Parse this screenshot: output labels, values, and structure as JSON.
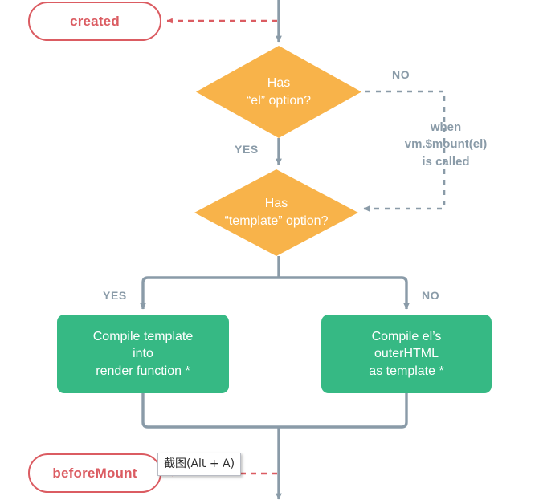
{
  "diagram": {
    "title": "Vue lifecycle - mounting phase",
    "colors": {
      "hook_red": "#DB5C62",
      "decision_orange": "#F8B34A",
      "process_green": "#36B984",
      "wire_gray": "#8A9BA8",
      "dashed_red": "#E4656B",
      "text_white": "#FFFFFF"
    }
  },
  "hooks": {
    "created": "created",
    "before_mount": "beforeMount"
  },
  "decisions": {
    "has_el": "Has\n“el” option?",
    "has_template": "Has\n“template” option?"
  },
  "processes": {
    "compile_template": "Compile template\ninto\nrender function *",
    "compile_outer_html": "Compile el’s\nouterHTML\nas template *"
  },
  "edge_labels": {
    "yes_el": "YES",
    "no_el": "NO",
    "yes_template": "YES",
    "no_template": "NO"
  },
  "notes": {
    "mount_called": "when\nvm.$mount(el)\nis called"
  },
  "tooltip": {
    "screenshot": "截图(Alt + A)"
  }
}
